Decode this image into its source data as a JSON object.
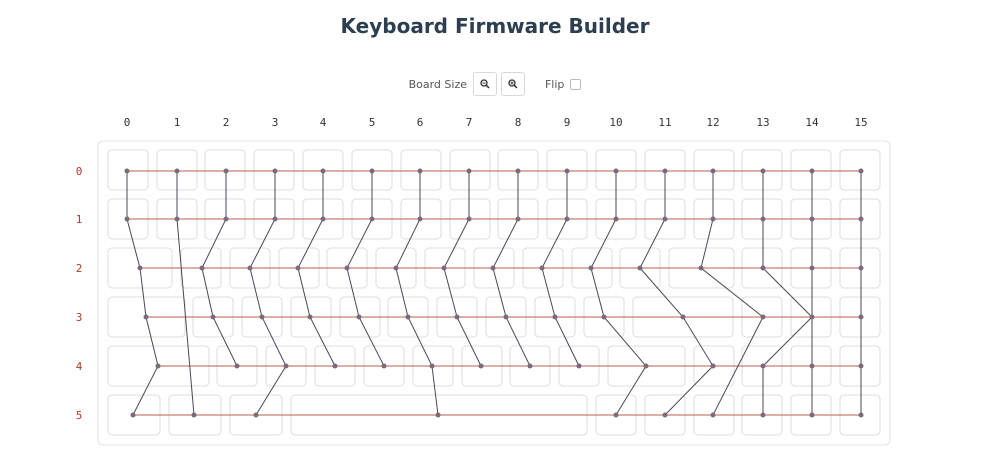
{
  "title": "Keyboard Firmware Builder",
  "toolbar": {
    "board_size_label": "Board Size",
    "zoom_out_icon": "zoom-out-icon",
    "zoom_in_icon": "zoom-in-icon",
    "flip_label": "Flip",
    "flip_checked": false
  },
  "matrix": {
    "columns": [
      "0",
      "1",
      "2",
      "3",
      "4",
      "5",
      "6",
      "7",
      "8",
      "9",
      "10",
      "11",
      "12",
      "13",
      "14",
      "15"
    ],
    "rows": [
      "0",
      "1",
      "2",
      "3",
      "4",
      "5"
    ]
  },
  "colors": {
    "row_wire": "#b8604f",
    "col_wire": "#444a55",
    "node": "#7a6a7a",
    "key_border": "#dcdcdc"
  }
}
